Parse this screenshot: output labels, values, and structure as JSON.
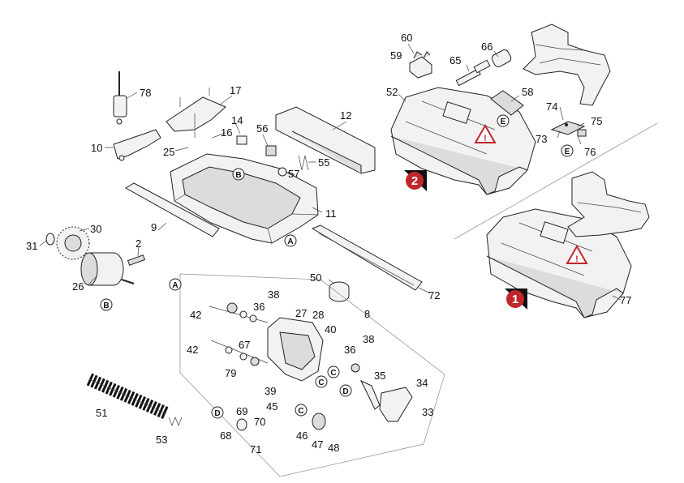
{
  "callouts": [
    {
      "id": "c60",
      "text": "60"
    },
    {
      "id": "c66",
      "text": "66"
    },
    {
      "id": "c59",
      "text": "59"
    },
    {
      "id": "c65",
      "text": "65"
    },
    {
      "id": "c52",
      "text": "52"
    },
    {
      "id": "c58",
      "text": "58"
    },
    {
      "id": "c74",
      "text": "74"
    },
    {
      "id": "c75",
      "text": "75"
    },
    {
      "id": "c73",
      "text": "73"
    },
    {
      "id": "c76",
      "text": "76"
    },
    {
      "id": "c78",
      "text": "78"
    },
    {
      "id": "c17",
      "text": "17"
    },
    {
      "id": "c12",
      "text": "12"
    },
    {
      "id": "c14",
      "text": "14"
    },
    {
      "id": "c16",
      "text": "16"
    },
    {
      "id": "c56",
      "text": "56"
    },
    {
      "id": "c10",
      "text": "10"
    },
    {
      "id": "c25",
      "text": "25"
    },
    {
      "id": "c55",
      "text": "55"
    },
    {
      "id": "c57",
      "text": "57"
    },
    {
      "id": "c11",
      "text": "11"
    },
    {
      "id": "c9",
      "text": "9"
    },
    {
      "id": "c30",
      "text": "30"
    },
    {
      "id": "c31",
      "text": "31"
    },
    {
      "id": "c2",
      "text": "2"
    },
    {
      "id": "c26",
      "text": "26"
    },
    {
      "id": "c50",
      "text": "50"
    },
    {
      "id": "c72",
      "text": "72"
    },
    {
      "id": "c77",
      "text": "77"
    },
    {
      "id": "c38a",
      "text": "38"
    },
    {
      "id": "c36a",
      "text": "36"
    },
    {
      "id": "c27",
      "text": "27"
    },
    {
      "id": "c28",
      "text": "28"
    },
    {
      "id": "c8",
      "text": "8"
    },
    {
      "id": "c42a",
      "text": "42"
    },
    {
      "id": "c40",
      "text": "40"
    },
    {
      "id": "c38b",
      "text": "38"
    },
    {
      "id": "c42b",
      "text": "42"
    },
    {
      "id": "c67",
      "text": "67"
    },
    {
      "id": "c36b",
      "text": "36"
    },
    {
      "id": "c79",
      "text": "79"
    },
    {
      "id": "c35",
      "text": "35"
    },
    {
      "id": "c34",
      "text": "34"
    },
    {
      "id": "c39",
      "text": "39"
    },
    {
      "id": "c45",
      "text": "45"
    },
    {
      "id": "c51",
      "text": "51"
    },
    {
      "id": "c33",
      "text": "33"
    },
    {
      "id": "c69",
      "text": "69"
    },
    {
      "id": "c70",
      "text": "70"
    },
    {
      "id": "c46",
      "text": "46"
    },
    {
      "id": "c68",
      "text": "68"
    },
    {
      "id": "c47",
      "text": "47"
    },
    {
      "id": "c48",
      "text": "48"
    },
    {
      "id": "c53",
      "text": "53"
    },
    {
      "id": "c71",
      "text": "71"
    }
  ],
  "markers": {
    "A1": "A",
    "A2": "A",
    "B1": "B",
    "B2": "B",
    "C1": "C",
    "C2": "C",
    "C3": "C",
    "D1": "D",
    "D2": "D",
    "D3": "D",
    "E1": "E",
    "E2": "E"
  },
  "variants": {
    "v1": "1",
    "v2": "2"
  },
  "warning_symbol": "!",
  "colors": {
    "variant_badge": "#c0262c",
    "warning": "#c0262c",
    "line": "#222222"
  }
}
